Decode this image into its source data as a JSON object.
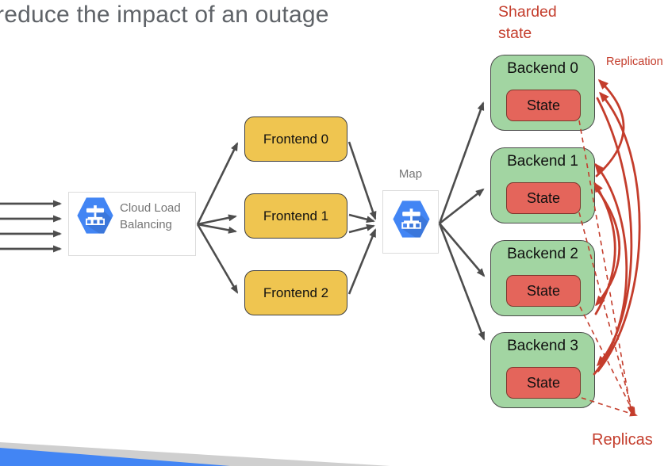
{
  "slide": {
    "title_fragment": "reduce the impact of an outage"
  },
  "annotations": {
    "sharded_state": "Sharded state",
    "replication": "Replication",
    "replicas": "Replicas"
  },
  "load_balancer": {
    "label": "Cloud Load Balancing",
    "icon": "cloud-load-balancing-hexagon"
  },
  "map_node": {
    "label": "Map",
    "icon": "cloud-load-balancing-hexagon"
  },
  "frontends": [
    {
      "label": "Frontend 0"
    },
    {
      "label": "Frontend 1"
    },
    {
      "label": "Frontend 2"
    }
  ],
  "backends": [
    {
      "label": "Backend 0",
      "state": "State"
    },
    {
      "label": "Backend 1",
      "state": "State"
    },
    {
      "label": "Backend 2",
      "state": "State"
    },
    {
      "label": "Backend 3",
      "state": "State"
    }
  ],
  "colors": {
    "red_accent": "#c43d2c",
    "frontend_fill": "#efc550",
    "backend_fill": "#a2d5a2",
    "state_fill": "#e4655b",
    "google_blue": "#4285f4",
    "arrow_gray": "#4d4d4d",
    "title_gray": "#5f6368",
    "node_label_gray": "#757575",
    "decoration_gray": "#cfcfcf"
  }
}
